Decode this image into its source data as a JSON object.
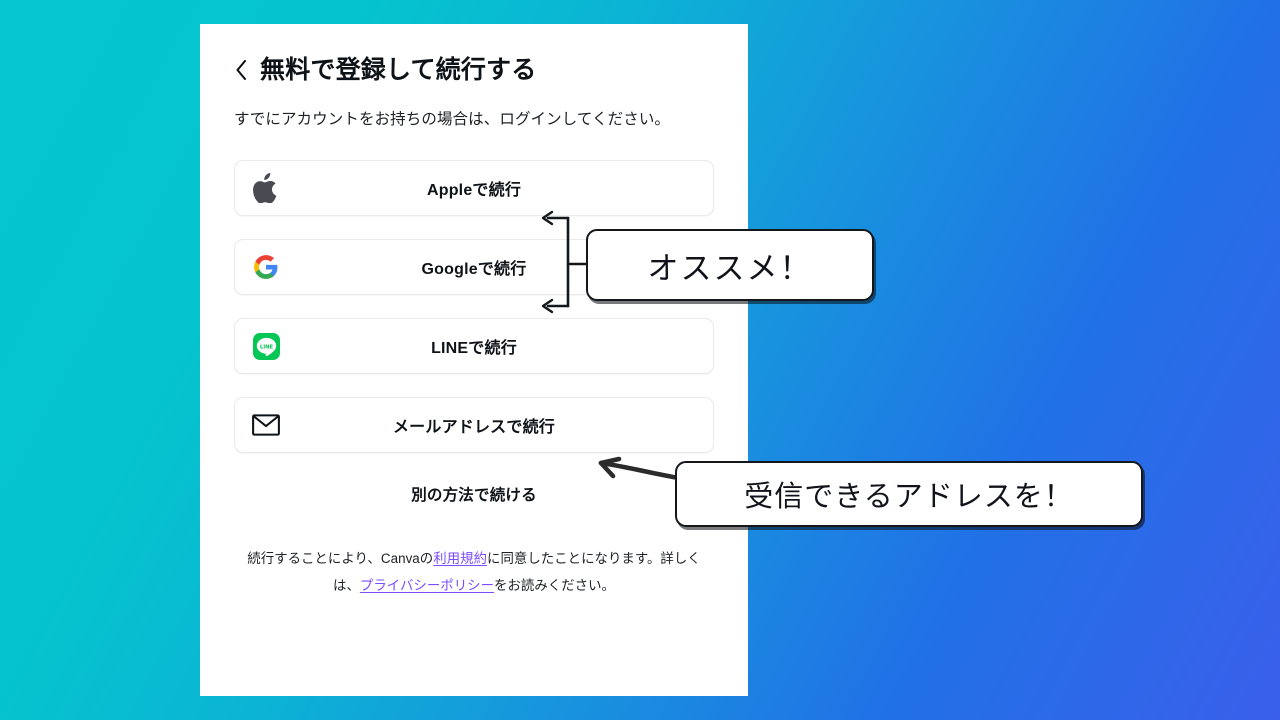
{
  "background": {
    "gradient_from": "#04c6cf",
    "gradient_mid": "#1796dd",
    "gradient_to": "#3a5feb"
  },
  "card": {
    "header": {
      "back_icon": "chevron-left-icon",
      "title": "無料で登録して続行する"
    },
    "subtitle": "すでにアカウントをお持ちの場合は、ログインしてください。",
    "providers": [
      {
        "icon": "apple-logo-icon",
        "label": "Appleで続行"
      },
      {
        "icon": "google-logo-icon",
        "label": "Googleで続行"
      },
      {
        "icon": "line-logo-icon",
        "label": "LINEで続行"
      },
      {
        "icon": "envelope-icon",
        "label": "メールアドレスで続行"
      }
    ],
    "alt_method_label": "別の方法で続ける",
    "legal": {
      "part1": "続行することにより、Canvaの",
      "link1": "利用規約",
      "part2": "に同意したことになります。詳しくは、",
      "link2": "プライバシーポリシー",
      "part3": "をお読みください。",
      "link_color": "#7c4dff"
    }
  },
  "annotations": [
    {
      "id": "osusume",
      "text": "オススメ！",
      "points_to": "apple-and-google-buttons"
    },
    {
      "id": "address",
      "text": "受信できるアドレスを！",
      "points_to": "email-button"
    }
  ]
}
